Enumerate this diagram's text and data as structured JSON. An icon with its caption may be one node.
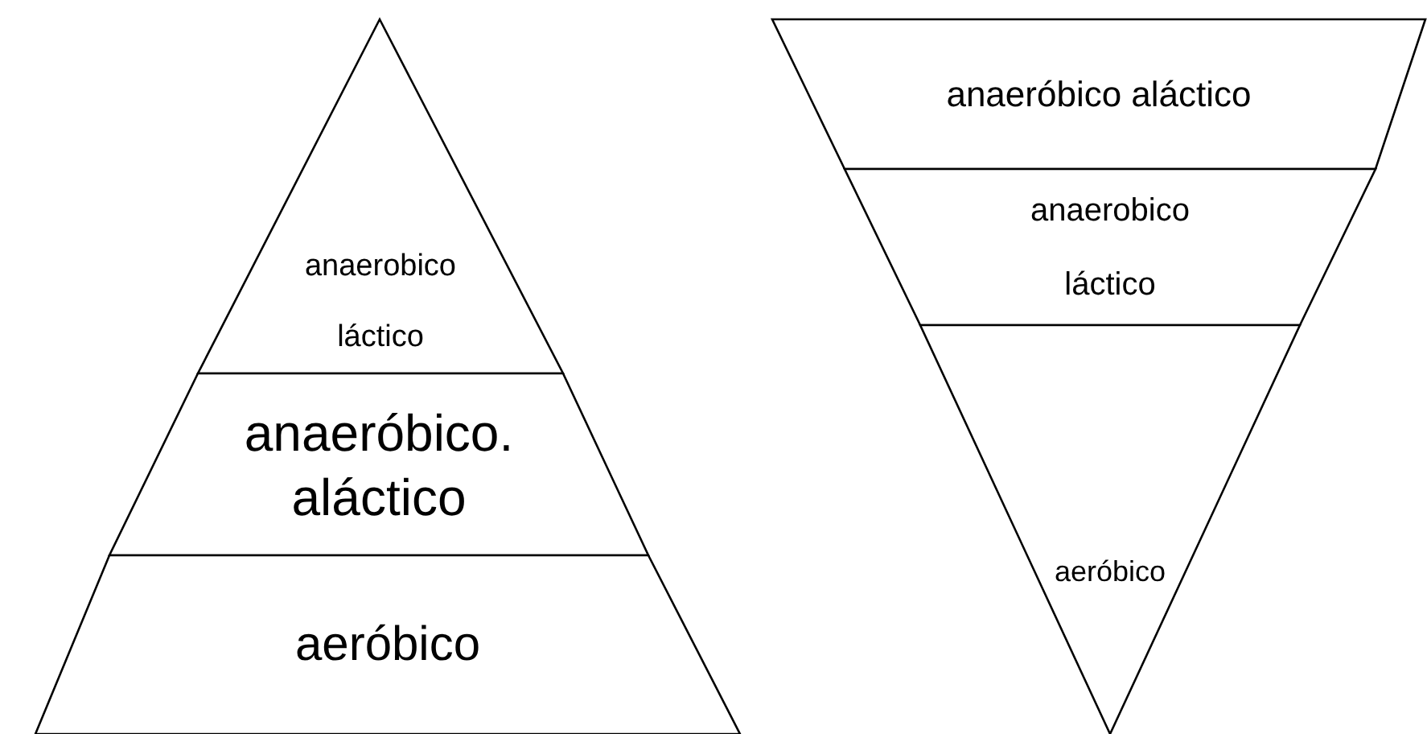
{
  "diagram": {
    "nodes": [
      {
        "text": [
          "anaerobico láctico"
        ]
      },
      {
        "text": [
          "anaeróbico. aláctico"
        ]
      },
      {
        "text": [
          "aeróbico"
        ]
      },
      {
        "text": [
          "anaeróbico aláctico"
        ]
      },
      {
        "text": [
          "anaerobico láctico"
        ]
      },
      {
        "text": [
          "aeróbico"
        ]
      }
    ]
  }
}
